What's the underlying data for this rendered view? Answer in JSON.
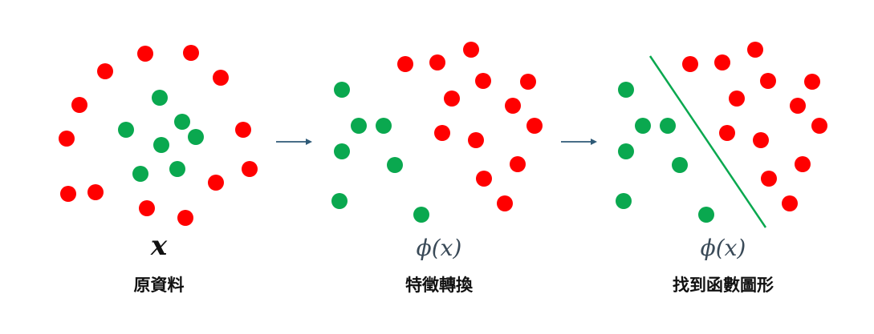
{
  "colors": {
    "red": "#ff0000",
    "green": "#0aa84f",
    "arrow": "#2e5a77",
    "boundary": "#0aa84f"
  },
  "panels": [
    {
      "math": "x",
      "caption": "原資料"
    },
    {
      "math": "ϕ(x)",
      "caption": "特徵轉換"
    },
    {
      "math": "ϕ(x)",
      "caption": "找到函數圖形"
    }
  ]
}
